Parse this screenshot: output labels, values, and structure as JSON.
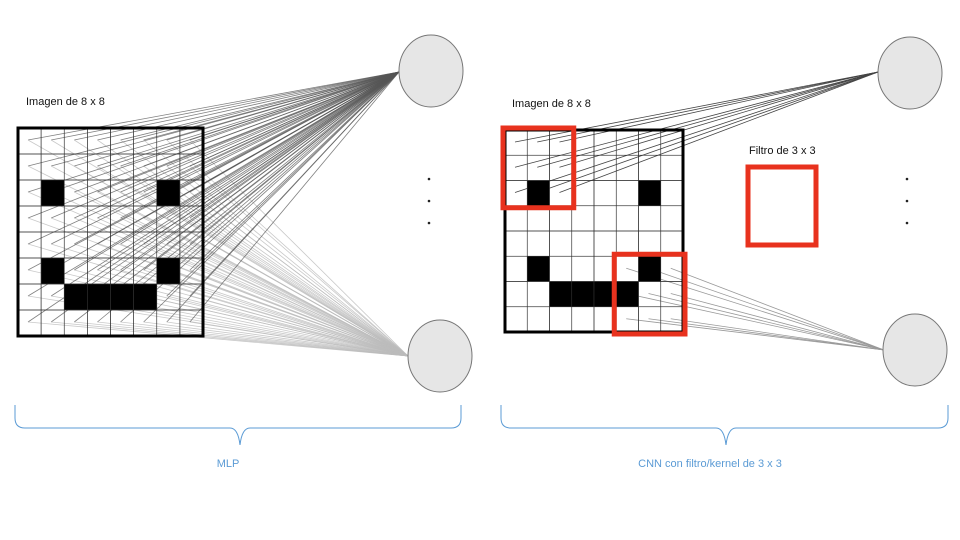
{
  "left_panel": {
    "image_label": "Imagen de 8 x 8",
    "caption": "MLP",
    "grid_size": 8,
    "black_cells": [
      [
        2,
        1
      ],
      [
        2,
        6
      ],
      [
        5,
        1
      ],
      [
        5,
        6
      ],
      [
        6,
        2
      ],
      [
        6,
        3
      ],
      [
        6,
        4
      ],
      [
        6,
        5
      ]
    ],
    "ellipsis": "· · ·"
  },
  "right_panel": {
    "image_label": "Imagen de 8 x 8",
    "filter_label": "Filtro de 3 x 3",
    "caption": "CNN con filtro/kernel de 3 x 3",
    "grid_size": 8,
    "black_cells": [
      [
        2,
        1
      ],
      [
        2,
        6
      ],
      [
        5,
        1
      ],
      [
        5,
        6
      ],
      [
        6,
        2
      ],
      [
        6,
        3
      ],
      [
        6,
        4
      ],
      [
        6,
        5
      ]
    ],
    "filter_size": 3,
    "highlighted_windows": [
      {
        "row": 0,
        "col": 0
      },
      {
        "row": 5,
        "col": 5
      }
    ],
    "ellipsis": "· · ·"
  },
  "colors": {
    "filter": "#e8321e",
    "neuron_fill": "#e6e6e6",
    "neuron_stroke": "#777777",
    "brace": "#5b9bd5",
    "caption": "#5b9bd5"
  }
}
